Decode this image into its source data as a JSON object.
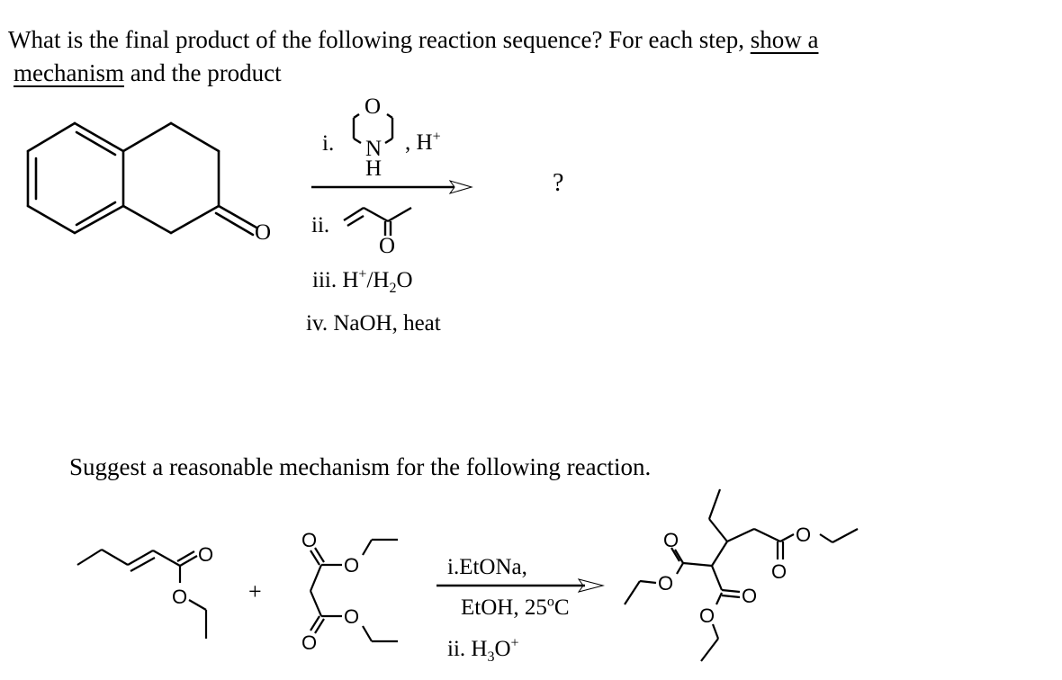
{
  "question1": {
    "line1_prefix": "What is the final product of the following reaction sequence?  For each step, ",
    "line1_underlined": "show a",
    "line2_underlined": "mechanism",
    "line2_suffix": " and the product"
  },
  "reaction1": {
    "starting_material": "2-tetralone",
    "carbonyl_O": "O",
    "steps": {
      "step1_label": "i.",
      "step1_reagent_ring_O": "O",
      "step1_reagent_ring_N": "N",
      "step1_reagent_ring_H": "H",
      "step1_acid_comma": ",",
      "step1_acid": "H",
      "step1_acid_sup": "+",
      "step2_label": "ii.",
      "step2_reagent_O": "O",
      "step3_label": "iii. H",
      "step3_sup": "+",
      "step3_mid": "/H",
      "step3_sub": "2",
      "step3_end": "O",
      "step4": "iv. NaOH, heat"
    },
    "product": "?"
  },
  "question2": {
    "text": "Suggest a reasonable mechanism for the following reaction."
  },
  "reaction2": {
    "plus": "+",
    "atom_O": "O",
    "conditions": {
      "line1": "i.EtONa,",
      "line2_prefix": "EtOH, 25",
      "line2_sup": "o",
      "line2_suffix": "C",
      "line3_prefix": "ii. H",
      "line3_sub": "3",
      "line3_mid": "O",
      "line3_sup": "+"
    }
  }
}
